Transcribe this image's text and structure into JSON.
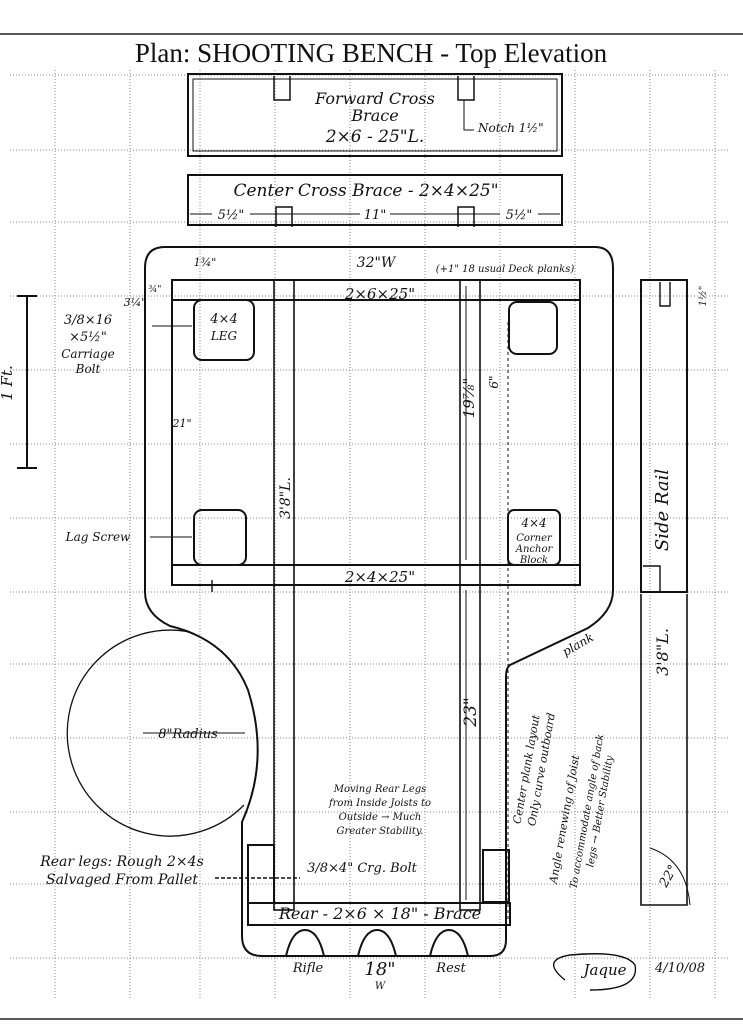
{
  "title": "Plan: SHOOTING BENCH - Top Elevation",
  "forward_brace": {
    "l1": "Forward Cross",
    "l2": "Brace",
    "l3": "2×6 - 25\"L.",
    "notch": "Notch 1½\""
  },
  "center_brace": {
    "label": "Center Cross Brace - 2×4×25\"",
    "left": "5½\"",
    "mid": "11\"",
    "right": "5½\""
  },
  "width_note": "32\"W",
  "deck_note": "(+1\" 18 usual Deck planks)",
  "top_joist": "2×6×25\"",
  "dim_1_3_4": "1¾\"",
  "dim_3_4_a": "3¼\"",
  "dim_3_4_b": "¾\"",
  "dim_21": "21\"",
  "bolt": {
    "l1": "3/8×16",
    "l2": "×5½\"",
    "l3": "Carriage",
    "l4": "Bolt"
  },
  "leg": {
    "l1": "4×4",
    "l2": "LEG"
  },
  "scale": "1 Ft.",
  "joist_length": "3'8\"L.",
  "dim_19": "19⅞\"",
  "dim_6": "6\"",
  "lag_screw": "Lag Screw",
  "anchor": {
    "l1": "4×4",
    "l2": "Corner",
    "l3": "Anchor",
    "l4": "Block"
  },
  "mid_joist": "2×4×25\"",
  "side_rail": "Side Rail",
  "side_rail_dim": "1½\"",
  "rail_length": "3'8\"L.",
  "plank": "plank",
  "dim_23": "23\"",
  "radius": "8\"Radius",
  "moving": {
    "l1": "Moving Rear Legs",
    "l2": "from Inside Joists to",
    "l3": "Outside → Much",
    "l4": "Greater Stability."
  },
  "center_note": {
    "l1": "Center plank layout",
    "l2": "Only curve outboard"
  },
  "angle_note": {
    "l1": "Angle renewing of Joist",
    "l2": "To accommodate angle of back",
    "l3": "legs → Better Stability"
  },
  "rear_legs": {
    "l1": "Rear legs: Rough 2×4s",
    "l2": "Salvaged From Pallet"
  },
  "crg_bolt": "3/8×4\" Crg. Bolt",
  "rear_brace": "Rear - 2×6 × 18\" - Brace",
  "bottom": {
    "rifle": "Rifle",
    "w18": "18\"",
    "w": "W",
    "rest": "Rest"
  },
  "angle_deg": "22°",
  "signature": "Jaque",
  "date": "4/10/08",
  "colors": {
    "ink": "#111111",
    "grid": "#8a8a8a",
    "paper": "#ffffff"
  }
}
